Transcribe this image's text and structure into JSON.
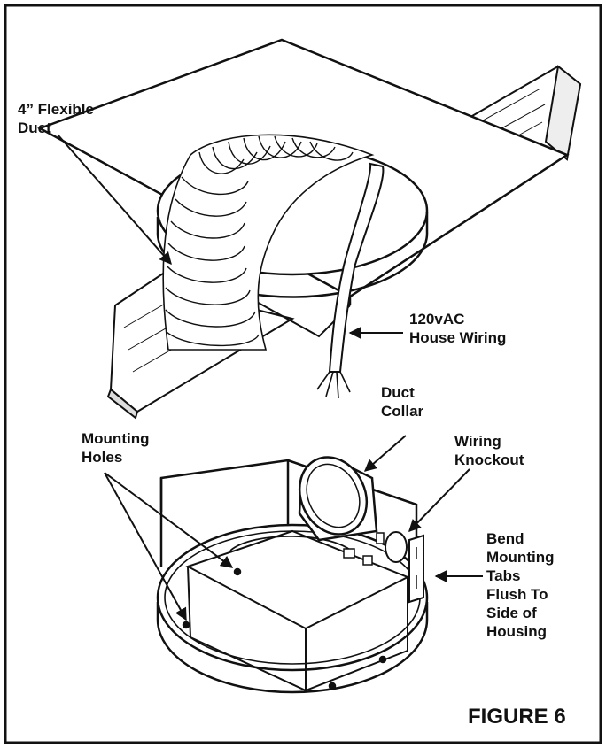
{
  "labels": {
    "flex_duct": [
      "4” Flexible",
      "Duct"
    ],
    "house_wiring": [
      "120vAC",
      "House Wiring"
    ],
    "duct_collar": [
      "Duct",
      "Collar"
    ],
    "mounting_holes": [
      "Mounting",
      "Holes"
    ],
    "wiring_knockout": [
      "Wiring",
      "Knockout"
    ],
    "mounting_tabs": [
      "Bend",
      "Mounting",
      "Tabs",
      "Flush To",
      "Side of",
      "Housing"
    ]
  },
  "figure_title": "FIGURE 6",
  "colors": {
    "ink": "#111111",
    "paper": "#ffffff"
  }
}
